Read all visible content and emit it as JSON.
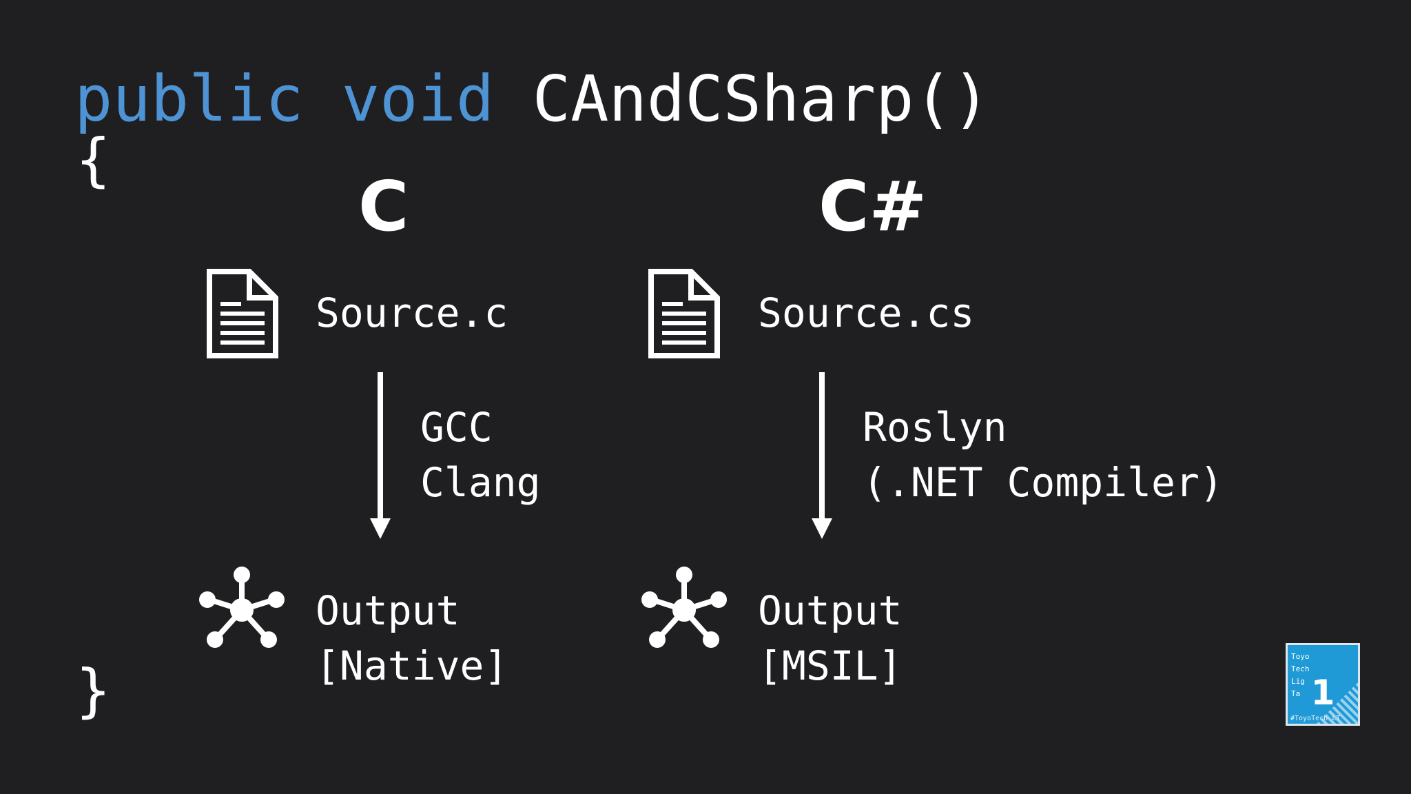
{
  "code": {
    "kw_public": "public",
    "kw_void": "void",
    "method_name": "CAndCSharp()",
    "open_brace": "{",
    "close_brace": "}"
  },
  "columns": {
    "c": {
      "title": "C",
      "source": "Source.c",
      "compilers": [
        "GCC",
        "Clang"
      ],
      "output": [
        "Output",
        "[Native]"
      ]
    },
    "csharp": {
      "title": "C#",
      "source": "Source.cs",
      "compilers": [
        "Roslyn",
        "(.NET Compiler)"
      ],
      "output": [
        "Output",
        "[MSIL]"
      ]
    }
  },
  "icons": {
    "source_file": "document-icon",
    "output": "network-node-icon",
    "arrow": "down-arrow-icon"
  },
  "badge": {
    "lines": [
      "Toyo",
      "Tech",
      "Lig",
      "Ta"
    ],
    "number": "1",
    "tag": "#ToyoTech LT"
  },
  "colors": {
    "background": "#1f1e21",
    "keyword": "#4e94d4",
    "text": "#ffffff",
    "badge": "#1f9ad7"
  }
}
